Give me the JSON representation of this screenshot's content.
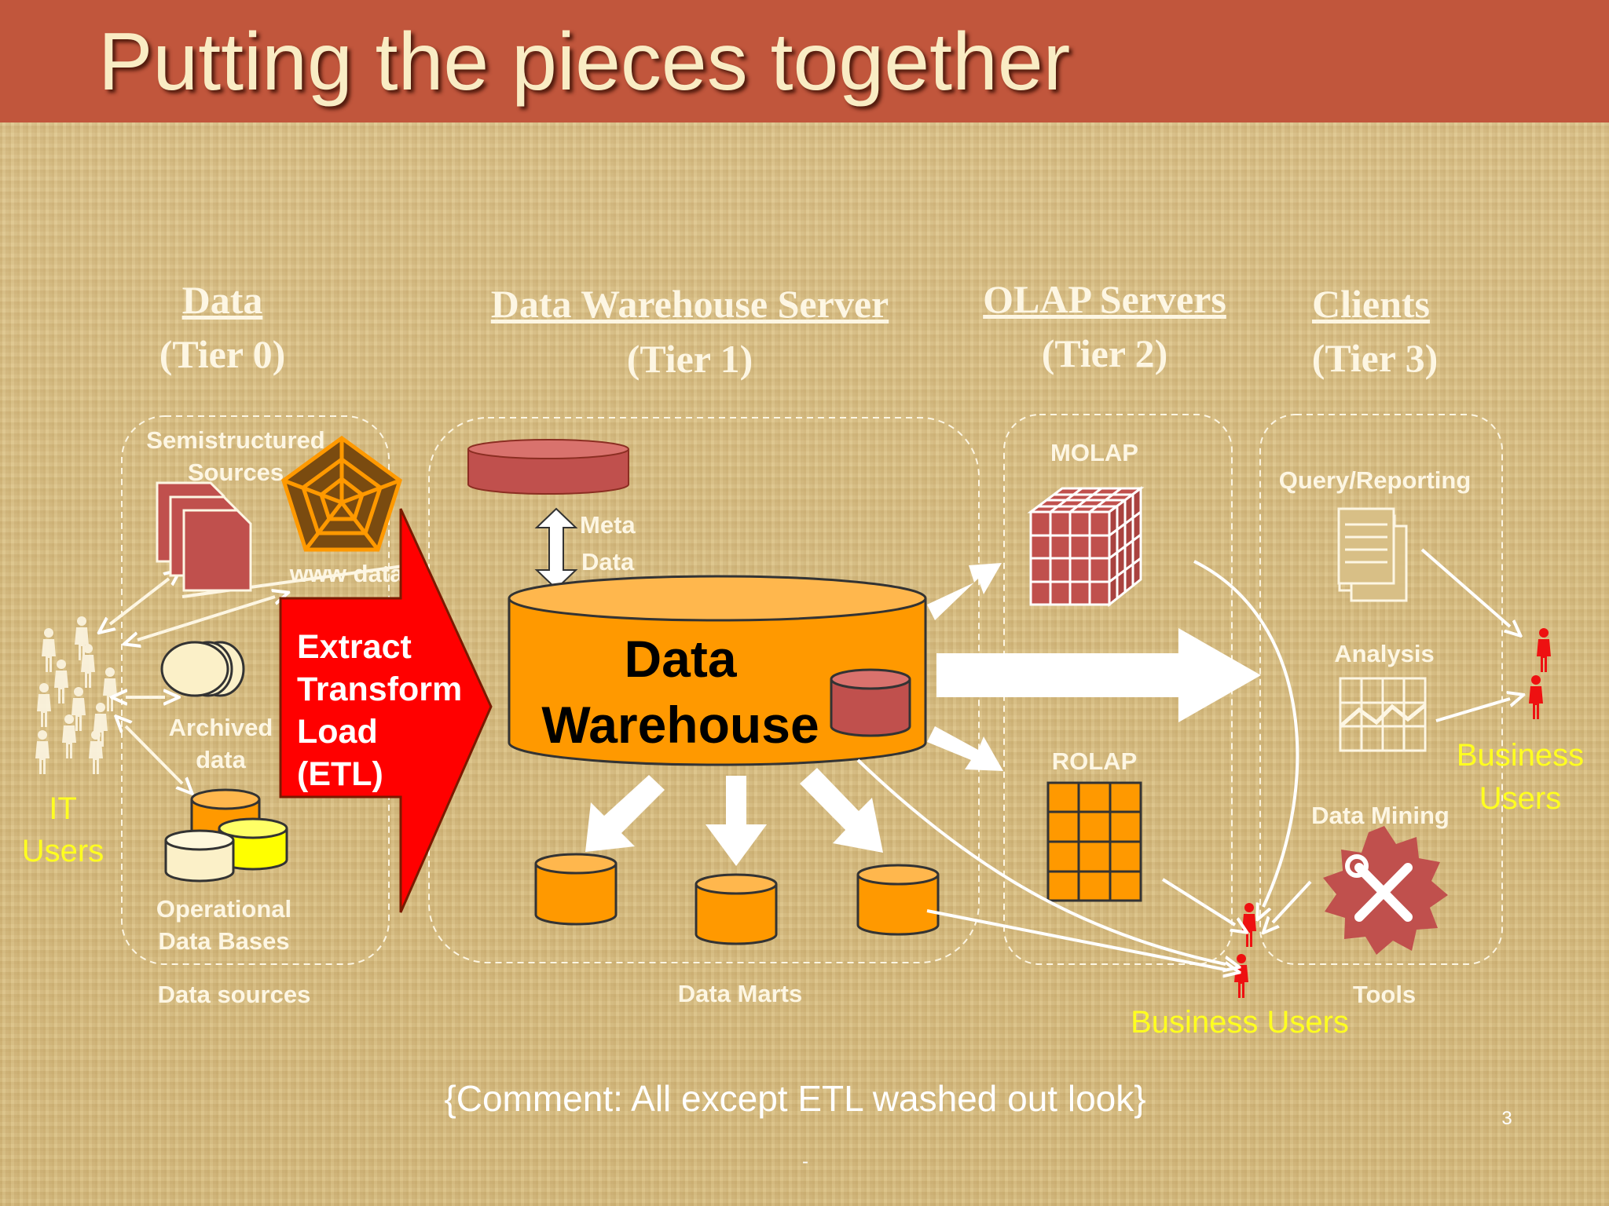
{
  "slide": {
    "title": "Putting the pieces together",
    "comment": "{Comment: All except ETL washed out look}",
    "page_number": "3",
    "footer_mark": "-"
  },
  "tiers": [
    {
      "title": "Data",
      "subtitle": "(Tier 0)"
    },
    {
      "title": "Data Warehouse Server",
      "subtitle": "(Tier 1)"
    },
    {
      "title": "OLAP Servers",
      "subtitle": "(Tier 2)"
    },
    {
      "title": "Clients",
      "subtitle": "(Tier 3)"
    }
  ],
  "sources": {
    "semistructured_line1": "Semistructured",
    "semistructured_line2": "Sources",
    "www_data": "www data",
    "archived_line1": "Archived",
    "archived_line2": "data",
    "operational_line1": "Operational",
    "operational_line2": "Data Bases",
    "group_label": "Data sources"
  },
  "etl": {
    "line1": "Extract",
    "line2": "Transform",
    "line3": "Load",
    "line4": "(ETL)"
  },
  "warehouse": {
    "meta_line1": "Meta",
    "meta_line2": "Data",
    "dw_line1": "Data",
    "dw_line2": "Warehouse",
    "marts_label": "Data Marts"
  },
  "olap": {
    "molap": "MOLAP",
    "rolap": "ROLAP"
  },
  "clients": {
    "query_reporting": "Query/Reporting",
    "analysis": "Analysis",
    "data_mining": "Data Mining",
    "tools_label": "Tools"
  },
  "users": {
    "it_line1": "IT",
    "it_line2": "Users",
    "business_right_line1": "Business",
    "business_right_line2": "Users",
    "business_bottom": "Business Users"
  },
  "colors": {
    "title_bar": "#c1563c",
    "title_text": "#f9ecc4",
    "etl_red": "#ff0000",
    "warehouse_orange": "#ff9900",
    "cylinder_red": "#c0504d",
    "user_red": "#ee1111",
    "highlight_yellow": "#ffff20"
  }
}
